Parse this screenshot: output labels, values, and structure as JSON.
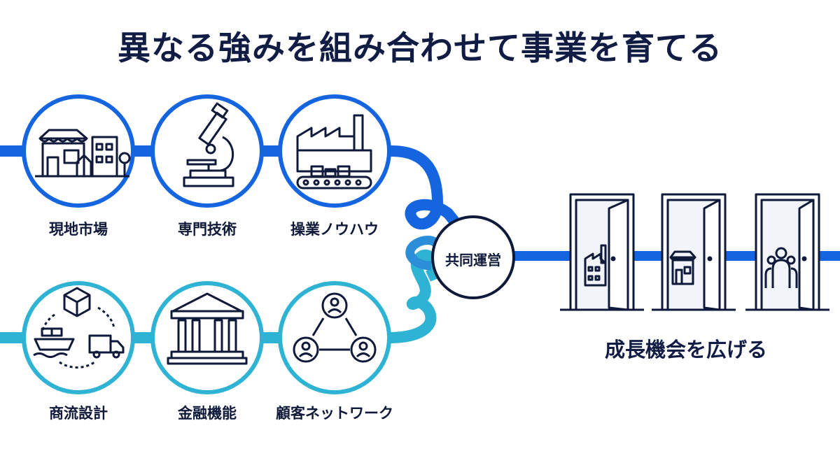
{
  "title": "異なる強みを組み合わせて事業を育てる",
  "top_row": [
    {
      "label": "現地市場",
      "icon": "storefront-icon"
    },
    {
      "label": "専門技術",
      "icon": "microscope-icon"
    },
    {
      "label": "操業ノウハウ",
      "icon": "factory-icon"
    }
  ],
  "bottom_row": [
    {
      "label": "商流設計",
      "icon": "logistics-cycle-icon"
    },
    {
      "label": "金融機能",
      "icon": "bank-icon"
    },
    {
      "label": "顧客ネットワーク",
      "icon": "network-icon"
    }
  ],
  "hub": {
    "label": "共同運営"
  },
  "doors": [
    {
      "icon": "factory-icon"
    },
    {
      "icon": "shop-icon"
    },
    {
      "icon": "people-icon"
    }
  ],
  "result": {
    "label": "成長機会を広げる"
  },
  "colors": {
    "dark_blue": "#1565e0",
    "light_blue": "#2fb3d4",
    "navy": "#111c45"
  }
}
